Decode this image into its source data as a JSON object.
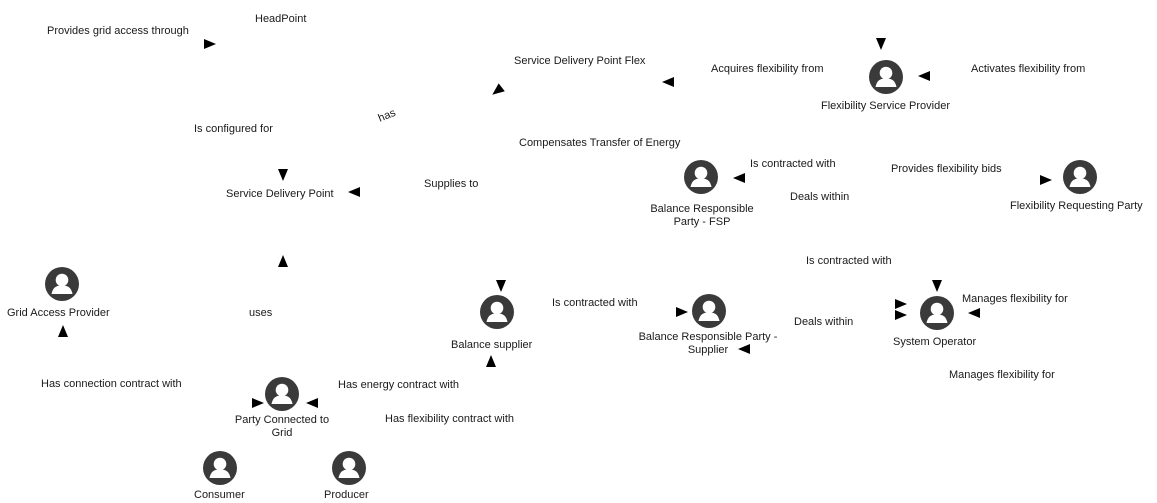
{
  "actor_icon": "person-icon",
  "nodes": {
    "headpoint": "HeadPoint",
    "sdp_flex": "Service Delivery Point Flex",
    "sdp": "Service Delivery Point",
    "fsp": "Flexibility Service Provider",
    "brp_fsp_1": "Balance Responsible",
    "brp_fsp_2": "Party - FSP",
    "frp": "Flexibility Requesting Party",
    "gap": "Grid Access Provider",
    "balance_supplier": "Balance supplier",
    "brp_sup_1": "Balance Responsible Party -",
    "brp_sup_2": "Supplier",
    "system_operator": "System Operator",
    "pcg_1": "Party Connected to",
    "pcg_2": "Grid",
    "consumer": "Consumer",
    "producer": "Producer"
  },
  "relations": {
    "provides_grid_access": "Provides grid access through",
    "acquires_flex": "Acquires flexibility from",
    "activates_flex": "Activates flexibility from",
    "is_configured_for": "Is configured for",
    "has": "has",
    "compensates": "Compensates Transfer of Energy",
    "supplies_to": "Supplies to",
    "contracted_1": "Is contracted with",
    "provides_bids": "Provides flexibility bids",
    "deals_within_1": "Deals within",
    "contracted_2": "Is contracted with",
    "contracted_3": "Is contracted with",
    "manages_flex_1": "Manages flexibility for",
    "uses": "uses",
    "deals_within_2": "Deals within",
    "connection_contract": "Has connection contract with",
    "energy_contract": "Has energy contract with",
    "manages_flex_2": "Manages flexibility for",
    "flex_contract": "Has flexibility contract with"
  }
}
